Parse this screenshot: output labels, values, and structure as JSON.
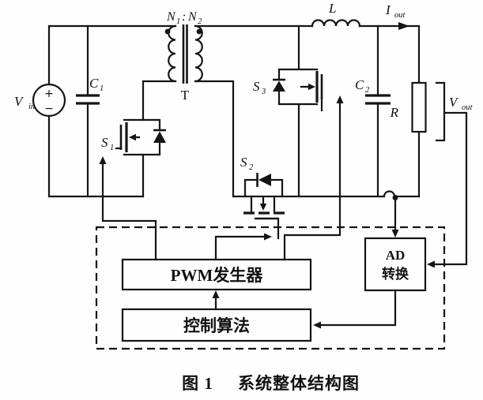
{
  "figure_caption": {
    "prefix": "图 1",
    "title": "系统整体结构图"
  },
  "source": {
    "plus": "+",
    "minus": "−",
    "label": {
      "main": "V",
      "sub": "in"
    }
  },
  "components": {
    "c1": {
      "main": "C",
      "sub": "1"
    },
    "c2": {
      "main": "C",
      "sub": "2"
    },
    "s1": {
      "main": "S",
      "sub": "1"
    },
    "s2": {
      "main": "S",
      "sub": "2"
    },
    "s3": {
      "main": "S",
      "sub": "3"
    },
    "r": "R",
    "l": "L",
    "t": "T",
    "iout": {
      "main": "I",
      "sub": "out"
    },
    "vout": {
      "main": "V",
      "sub": "out"
    },
    "turns_ratio": {
      "n1": "N",
      "n1_sub": "1",
      "colon": ":",
      "n2": "N",
      "n2_sub": "2"
    }
  },
  "blocks": {
    "pwm_generator": "PWM发生器",
    "control_algorithm": "控制算法",
    "ad_converter_line1": "AD",
    "ad_converter_line2": "转换"
  }
}
